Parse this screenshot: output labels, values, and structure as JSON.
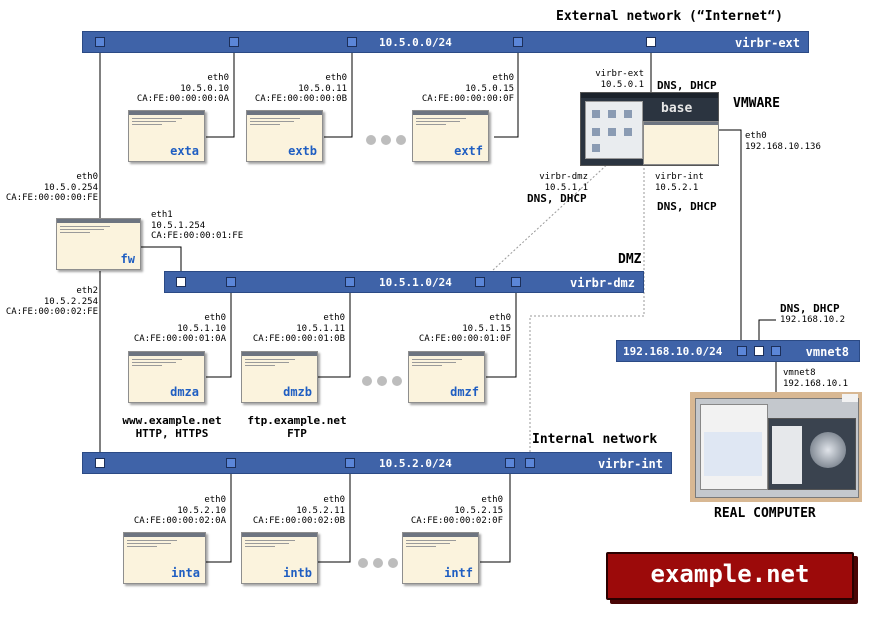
{
  "headings": {
    "external": "External network (“Internet“)",
    "vmware": "VMWARE",
    "dmz": "DMZ",
    "internal": "Internal network",
    "real_computer": "REAL COMPUTER"
  },
  "bars": {
    "ext": {
      "subnet": "10.5.0.0/24",
      "name": "virbr-ext"
    },
    "dmz": {
      "subnet": "10.5.1.0/24",
      "name": "virbr-dmz"
    },
    "int": {
      "subnet": "10.5.2.0/24",
      "name": "virbr-int"
    },
    "vmnet": {
      "subnet": "192.168.10.0/24",
      "name": "vmnet8"
    }
  },
  "ext_hosts": [
    {
      "name": "exta",
      "iface": "eth0",
      "ip": "10.5.0.10",
      "mac": "CA:FE:00:00:00:0A"
    },
    {
      "name": "extb",
      "iface": "eth0",
      "ip": "10.5.0.11",
      "mac": "CA:FE:00:00:00:0B"
    },
    {
      "name": "extf",
      "iface": "eth0",
      "ip": "10.5.0.15",
      "mac": "CA:FE:00:00:00:0F"
    }
  ],
  "dmz_hosts": [
    {
      "name": "dmza",
      "iface": "eth0",
      "ip": "10.5.1.10",
      "mac": "CA:FE:00:00:01:0A"
    },
    {
      "name": "dmzb",
      "iface": "eth0",
      "ip": "10.5.1.11",
      "mac": "CA:FE:00:00:01:0B"
    },
    {
      "name": "dmzf",
      "iface": "eth0",
      "ip": "10.5.1.15",
      "mac": "CA:FE:00:00:01:0F"
    }
  ],
  "int_hosts": [
    {
      "name": "inta",
      "iface": "eth0",
      "ip": "10.5.2.10",
      "mac": "CA:FE:00:00:02:0A"
    },
    {
      "name": "intb",
      "iface": "eth0",
      "ip": "10.5.2.11",
      "mac": "CA:FE:00:00:02:0B"
    },
    {
      "name": "intf",
      "iface": "eth0",
      "ip": "10.5.2.15",
      "mac": "CA:FE:00:00:02:0F"
    }
  ],
  "fw": {
    "name": "fw",
    "eth0": {
      "iface": "eth0",
      "ip": "10.5.0.254",
      "mac": "CA:FE:00:00:00:FE"
    },
    "eth1": {
      "iface": "eth1",
      "ip": "10.5.1.254",
      "mac": "CA:FE:00:00:01:FE"
    },
    "eth2": {
      "iface": "eth2",
      "ip": "10.5.2.254",
      "mac": "CA:FE:00:00:02:FE"
    }
  },
  "base": {
    "name": "base",
    "ext": {
      "iface": "virbr-ext",
      "ip": "10.5.0.1",
      "services": "DNS, DHCP"
    },
    "dmz": {
      "iface": "virbr-dmz",
      "ip": "10.5.1.1",
      "services": "DNS, DHCP"
    },
    "int": {
      "iface": "virbr-int",
      "ip": "10.5.2.1",
      "services": "DNS, DHCP"
    },
    "eth0": {
      "iface": "eth0",
      "ip": "192.168.10.136"
    }
  },
  "vmnet": {
    "gateway": {
      "services": "DNS, DHCP",
      "ip": "192.168.10.2"
    },
    "host": {
      "iface": "vmnet8",
      "ip": "192.168.10.1"
    }
  },
  "services": {
    "www_host": "www.example.net",
    "www_proto": "HTTP, HTTPS",
    "ftp_host": "ftp.example.net",
    "ftp_proto": "FTP"
  },
  "logo": {
    "text": "example.net",
    "bg": "#9c0a0a"
  },
  "colors": {
    "bar": "#3f63a8",
    "port": "#5b86d8",
    "hostname": "#1f5ec2",
    "terminal": "#fbf3dd"
  }
}
